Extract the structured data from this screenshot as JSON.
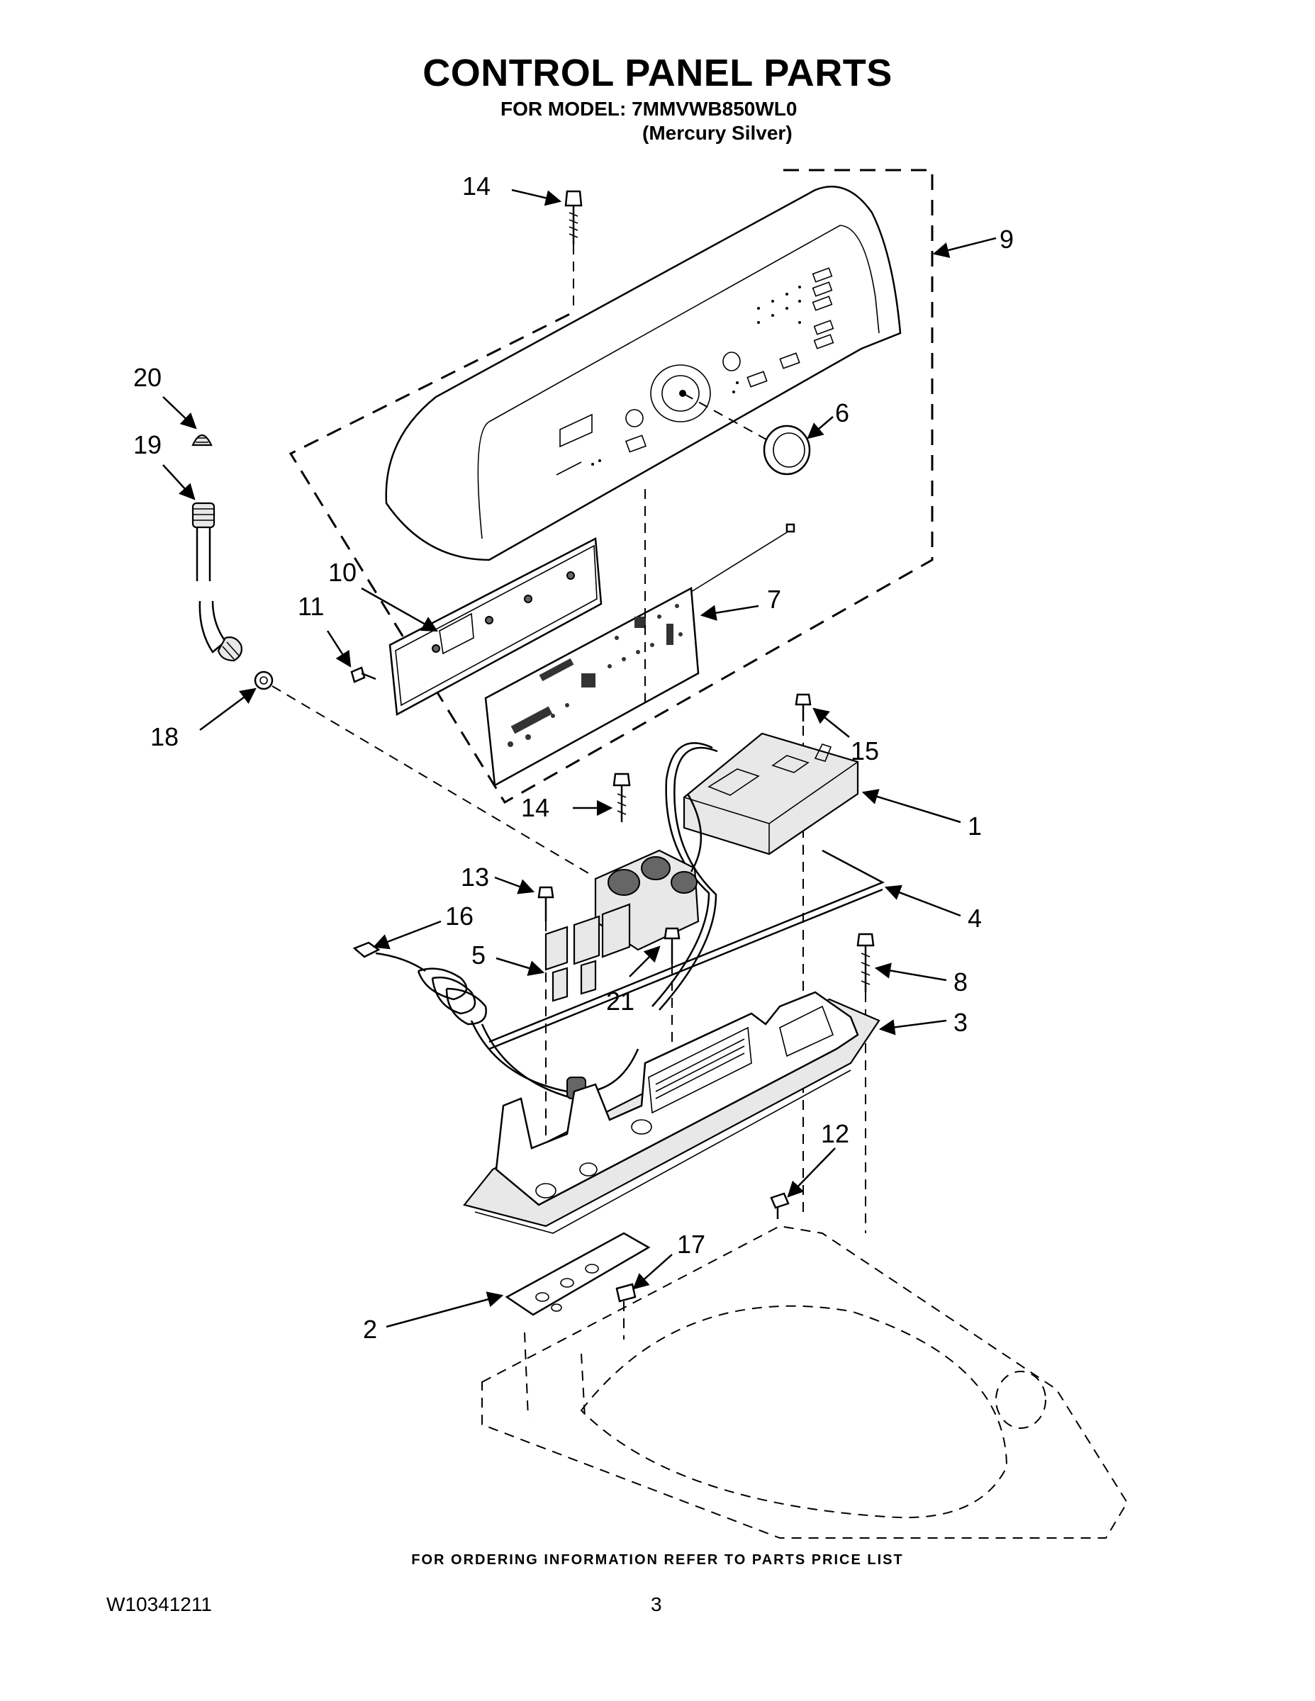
{
  "title": "CONTROL PANEL PARTS",
  "model_line": "FOR MODEL: 7MMVWB850WL0",
  "model_variant": "(Mercury Silver)",
  "footer_note": "FOR ORDERING INFORMATION REFER TO PARTS PRICE LIST",
  "document_number": "W10341211",
  "page_number": "3",
  "callouts": {
    "c14a": "14",
    "c9": "9",
    "c20": "20",
    "c19": "19",
    "c6": "6",
    "c10": "10",
    "c7": "7",
    "c11": "11",
    "c18": "18",
    "c15": "15",
    "c14b": "14",
    "c1": "1",
    "c13": "13",
    "c4": "4",
    "c16": "16",
    "c5": "5",
    "c8": "8",
    "c21": "21",
    "c3": "3",
    "c12": "12",
    "c17": "17",
    "c2": "2"
  }
}
